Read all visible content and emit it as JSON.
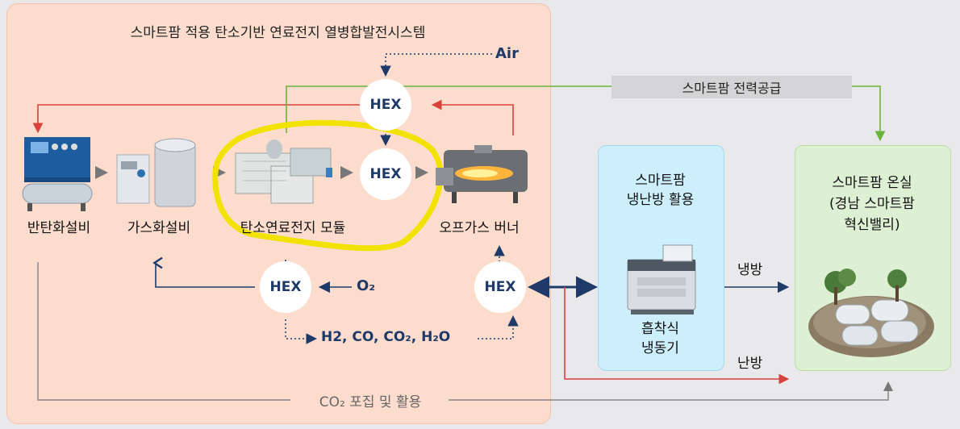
{
  "title": "스마트팜 적용 탄소기반 연료전지 열병합발전시스템",
  "air": "Air",
  "power_supply": "스마트팜 전력공급",
  "hex_label": "HEX",
  "equipment": {
    "carbon_conversion": "반탄화설비",
    "gasification": "가스화설비",
    "fuel_cell_module": "탄소연료전지 모듈",
    "offgas_burner": "오프가스 버너"
  },
  "o2": "O₂",
  "products": "H2, CO, CO₂, H₂O",
  "co2_capture": "CO₂ 포집 및 활용",
  "hvac": {
    "title_line1": "스마트팜",
    "title_line2": "냉난방 활용",
    "chiller_line1": "흡착식",
    "chiller_line2": "냉동기"
  },
  "cooling": "냉방",
  "heating": "난방",
  "greenhouse": {
    "line1": "스마트팜 온실",
    "line2": "(경남 스마트팜",
    "line3": "혁신밸리)"
  },
  "colors": {
    "panel": "#fcdccd",
    "hvac_box": "#cdeefb",
    "greenhouse_box": "#def0d3",
    "navy": "#1f3a68",
    "red": "#d9413c",
    "green_line": "#6bb33c",
    "highlight": "#f2e200"
  }
}
